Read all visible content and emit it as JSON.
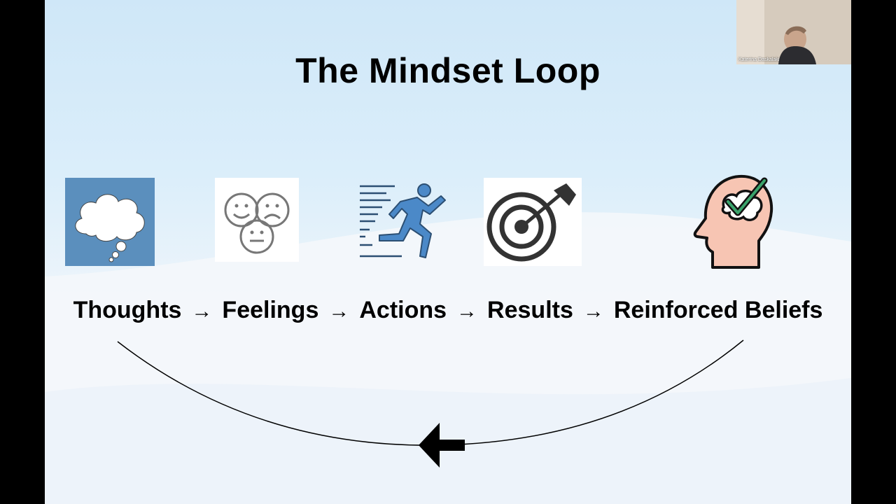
{
  "slide": {
    "title": "The Mindset Loop",
    "steps": [
      "Thoughts",
      "Feelings",
      "Actions",
      "Results",
      "Reinforced Beliefs"
    ],
    "separator": "→"
  },
  "icons": [
    "thought-cloud-icon",
    "emotion-faces-icon",
    "running-person-icon",
    "target-arrow-icon",
    "head-checkmark-icon"
  ],
  "video": {
    "participant_name": "Katerina Daskalaki"
  },
  "colors": {
    "cloud_bg": "#5b8fbd",
    "runner": "#4b89c8",
    "head": "#f7c5b3",
    "check": "#3aa36b"
  }
}
